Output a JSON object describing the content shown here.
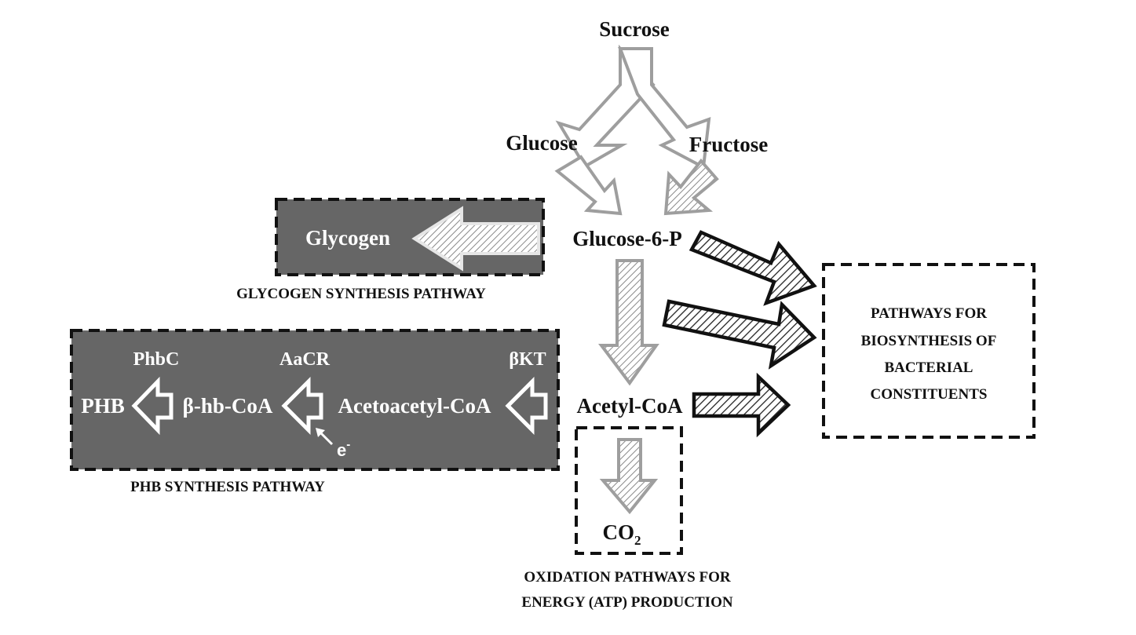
{
  "nodes": {
    "sucrose": "Sucrose",
    "glucose": "Glucose",
    "fructose": "Fructose",
    "glucose6p": "Glucose-6-P",
    "acetylcoa": "Acetyl-CoA",
    "co2_main": "CO",
    "co2_sub": "2",
    "glycogen": "Glycogen",
    "phb": "PHB",
    "bhbcoa": "β-hb-CoA",
    "acetoacetylcoa": "Acetoacetyl-CoA"
  },
  "enzymes": {
    "phbc": "PhbC",
    "aacr": "AaCR",
    "bkt": "βKT",
    "electron_base": "e",
    "electron_sup": "-"
  },
  "captions": {
    "glycogen_pathway": "GLYCOGEN SYNTHESIS PATHWAY",
    "phb_pathway": "PHB SYNTHESIS PATHWAY",
    "oxidation_line1": "OXIDATION PATHWAYS FOR",
    "oxidation_line2": "ENERGY (ATP) PRODUCTION",
    "biosynthesis_line1": "PATHWAYS FOR",
    "biosynthesis_line2": "BIOSYNTHESIS OF",
    "biosynthesis_line3": "BACTERIAL",
    "biosynthesis_line4": "CONSTITUENTS"
  },
  "colors": {
    "box_fill": "#666666",
    "arrow_gray": "#9e9e9e",
    "arrow_black": "#111111"
  }
}
